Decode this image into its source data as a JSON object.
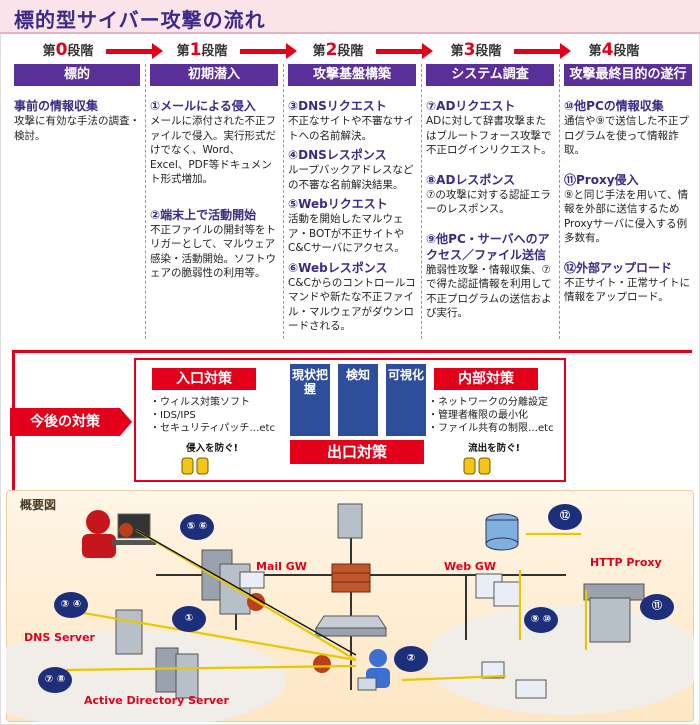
{
  "title": "標的型サイバー攻撃の流れ",
  "stages": [
    {
      "prefix": "第",
      "num": "0",
      "suffix": "段階"
    },
    {
      "prefix": "第",
      "num": "1",
      "suffix": "段階"
    },
    {
      "prefix": "第",
      "num": "2",
      "suffix": "段階"
    },
    {
      "prefix": "第",
      "num": "3",
      "suffix": "段階"
    },
    {
      "prefix": "第",
      "num": "4",
      "suffix": "段階"
    }
  ],
  "columns": [
    {
      "head": "標的",
      "sections": [
        {
          "title": "事前の情報収集",
          "text": "攻撃に有効な手法の調査・検討。"
        }
      ]
    },
    {
      "head": "初期潜入",
      "sections": [
        {
          "title": "①メールによる侵入",
          "text": "メールに添付された不正ファイルで侵入。実行形式だけでなく、Word、Excel、PDF等ドキュメント形式増加。"
        },
        {
          "title": "②端末上で活動開始",
          "text": "不正ファイルの開封等をトリガーとして、マルウェア感染・活動開始。ソフトウェアの脆弱性の利用等。"
        }
      ]
    },
    {
      "head": "攻撃基盤構築",
      "sections": [
        {
          "title": "③DNSリクエスト",
          "text": "不正なサイトや不審なサイトへの名前解決。"
        },
        {
          "title": "④DNSレスポンス",
          "text": "ループバックアドレスなどの不審な名前解決結果。"
        },
        {
          "title": "⑤Webリクエスト",
          "text": "活動を開始したマルウェア・BOTが不正サイトやC&Cサーバにアクセス。"
        },
        {
          "title": "⑥Webレスポンス",
          "text": "C&Cからのコントロールコマンドや新たな不正ファイル・マルウェアがダウンロードされる。"
        }
      ]
    },
    {
      "head": "システム調査",
      "sections": [
        {
          "title": "⑦ADリクエスト",
          "text": "ADに対して辞書攻撃またはブルートフォース攻撃で不正ログインリクエスト。"
        },
        {
          "title": "⑧ADレスポンス",
          "text": "⑦の攻撃に対する認証エラーのレスポンス。"
        },
        {
          "title": "⑨他PC・サーバへのアクセス／ファイル送信",
          "text": "脆弱性攻撃・情報収集、⑦で得た認証情報を利用して不正プログラムの送信および実行。"
        }
      ]
    },
    {
      "head": "攻撃最終目的の遂行",
      "sections": [
        {
          "title": "⑩他PCの情報収集",
          "text": "通信や⑨で送信した不正プログラムを使って情報詐取。"
        },
        {
          "title": "⑪Proxy侵入",
          "text": "⑨と同じ手法を用いて、情報を外部に送信するためProxyサーバに侵入する例多数有。"
        },
        {
          "title": "⑫外部アップロード",
          "text": "不正サイト・正常サイトに情報をアップロード。"
        }
      ]
    }
  ],
  "countermeasures": {
    "label": "今後の対策",
    "entry": {
      "title": "入口対策",
      "items": [
        "・ウィルス対策ソフト",
        "・IDS/IPS",
        "・セキュリティパッチ…etc"
      ],
      "badge": "侵入を防ぐ!"
    },
    "kanji": [
      "現状把握",
      "検知",
      "可視化"
    ],
    "exit_title": "出口対策",
    "internal": {
      "title": "内部対策",
      "items": [
        "・ネットワークの分離設定",
        "・管理者権限の最小化",
        "・ファイル共有の制限…etc"
      ],
      "badge": "流出を防ぐ!"
    }
  },
  "overview": {
    "label": "概要図",
    "nodes": {
      "mail_gw": "Mail GW",
      "web_gw": "Web GW",
      "http_proxy": "HTTP Proxy",
      "dns_server": "DNS Server",
      "ad_server": "Active Directory Server"
    },
    "bubbles": [
      "⑤ ⑥",
      "⑫",
      "③ ④",
      "①",
      "⑨ ⑩",
      "⑪",
      "②",
      "⑦ ⑧"
    ]
  }
}
